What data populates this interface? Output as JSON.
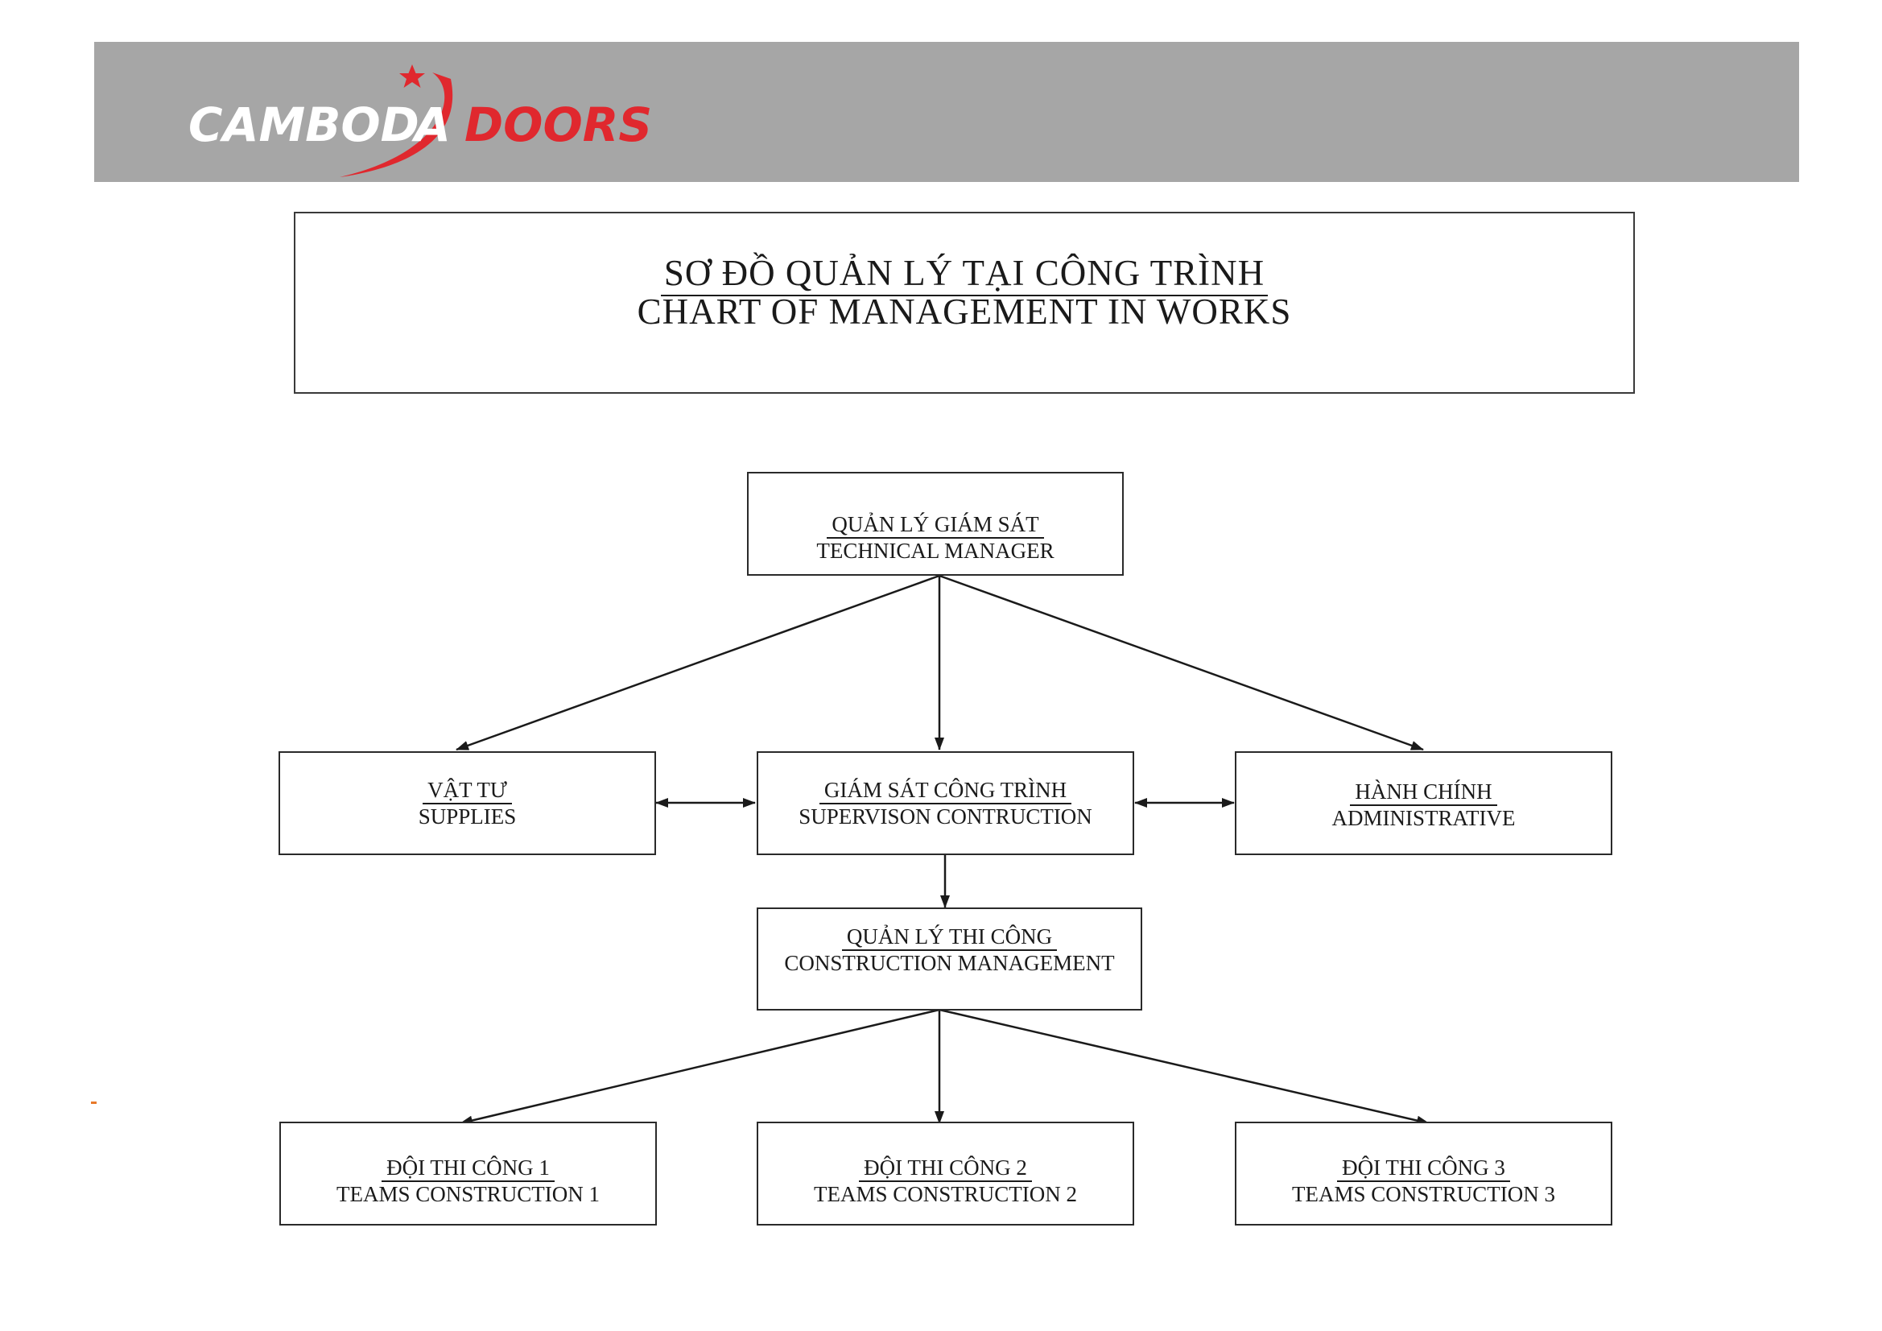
{
  "brand": {
    "logo_text_left": "CAMBOD",
    "logo_text_mid": "A",
    "logo_text_right": "DOORS",
    "colors": {
      "header_band": "#a6a6a6",
      "logo_white": "#ffffff",
      "logo_red": "#e0282e"
    }
  },
  "title": {
    "vi": "SƠ ĐỒ QUẢN LÝ TẠI CÔNG TRÌNH",
    "en": "CHART OF MANAGEMENT IN WORKS"
  },
  "nodes": {
    "technical_manager": {
      "vi": "QUẢN LÝ GIÁM SÁT",
      "en": "TECHNICAL MANAGER"
    },
    "supplies": {
      "vi": "VẬT TƯ",
      "en": "SUPPLIES"
    },
    "supervision": {
      "vi": "GIÁM SÁT CÔNG TRÌNH",
      "en": "SUPERVISON CONTRUCTION"
    },
    "administrative": {
      "vi": "HÀNH CHÍNH",
      "en": "ADMINISTRATIVE"
    },
    "construction_management": {
      "vi": "QUẢN LÝ  THI CÔNG",
      "en": "CONSTRUCTION MANAGEMENT"
    },
    "team_1": {
      "vi": "ĐỘI THI CÔNG 1",
      "en": "TEAMS CONSTRUCTION 1"
    },
    "team_2": {
      "vi": "ĐỘI THI CÔNG 2",
      "en": "TEAMS CONSTRUCTION 2"
    },
    "team_3": {
      "vi": "ĐỘI THI CÔNG 3",
      "en": "TEAMS CONSTRUCTION 3"
    }
  },
  "edges": [
    {
      "from": "technical_manager",
      "to": "supplies",
      "type": "arrow"
    },
    {
      "from": "technical_manager",
      "to": "supervision",
      "type": "arrow"
    },
    {
      "from": "technical_manager",
      "to": "administrative",
      "type": "arrow"
    },
    {
      "from": "supplies",
      "to": "supervision",
      "type": "double-arrow"
    },
    {
      "from": "supervision",
      "to": "administrative",
      "type": "double-arrow"
    },
    {
      "from": "supervision",
      "to": "construction_management",
      "type": "arrow"
    },
    {
      "from": "construction_management",
      "to": "team_1",
      "type": "arrow"
    },
    {
      "from": "construction_management",
      "to": "team_2",
      "type": "arrow"
    },
    {
      "from": "construction_management",
      "to": "team_3",
      "type": "arrow"
    }
  ]
}
